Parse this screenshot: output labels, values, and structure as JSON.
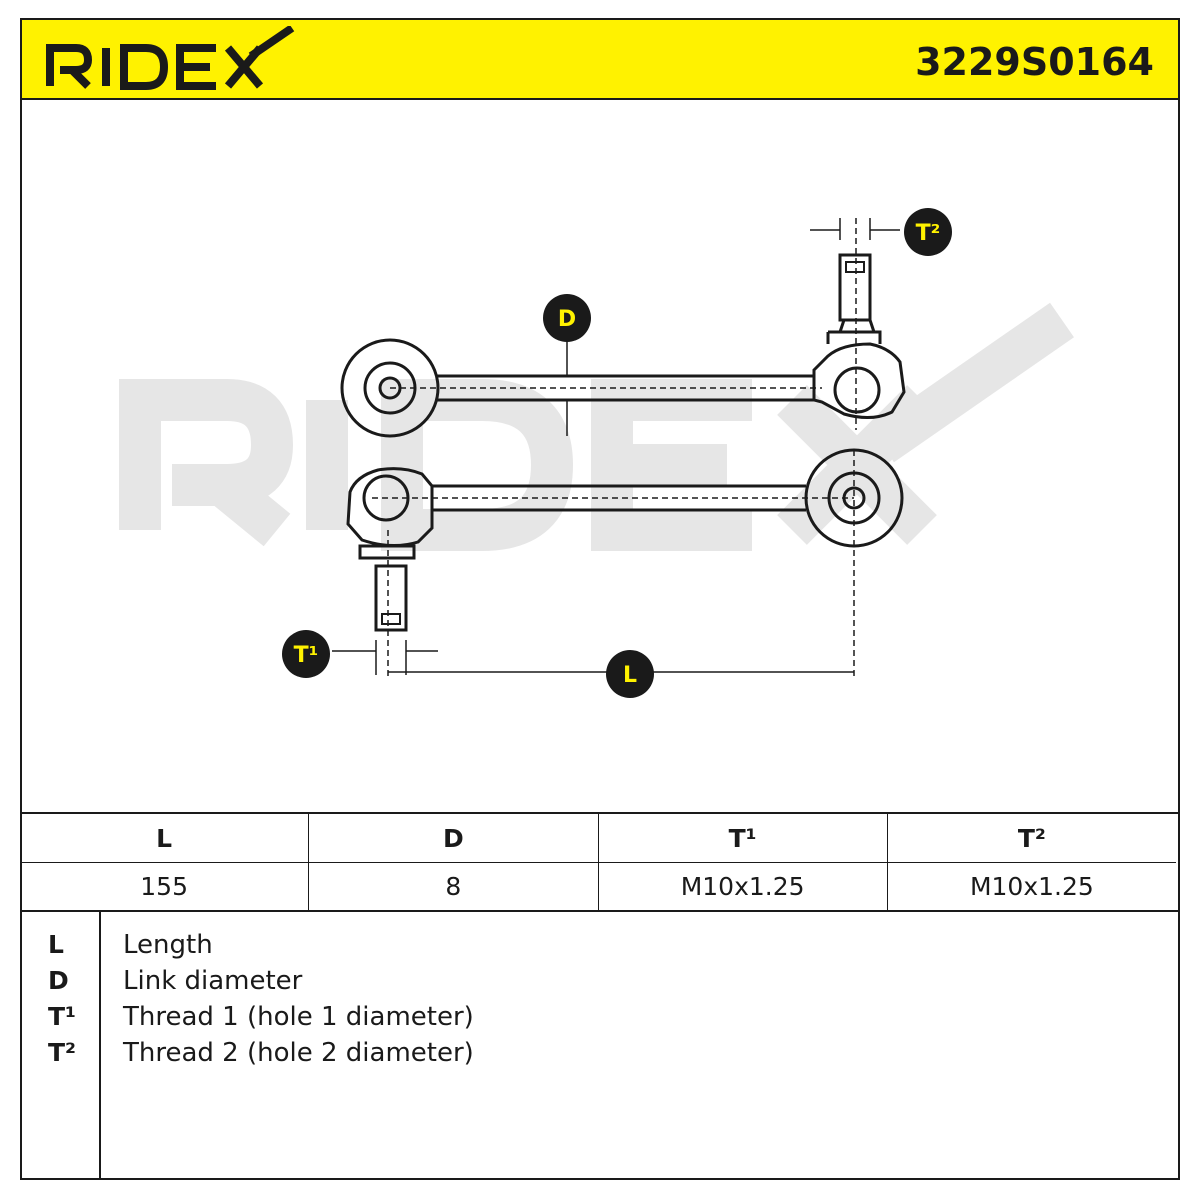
{
  "header": {
    "brand": "RIDEX",
    "part_number": "3229S0164",
    "brand_color": "#1a1a1a",
    "background_color": "#fff200"
  },
  "drawing": {
    "watermark": "RIDEX",
    "labels": {
      "D": "D",
      "L": "L",
      "T1": "T¹",
      "T2": "T²"
    }
  },
  "spec_table": {
    "headers": [
      "L",
      "D",
      "T¹",
      "T²"
    ],
    "values": [
      "155",
      "8",
      "M10x1.25",
      "M10x1.25"
    ]
  },
  "legend": [
    {
      "key": "L",
      "text": "Length"
    },
    {
      "key": "D",
      "text": "Link diameter"
    },
    {
      "key": "T¹",
      "text": "Thread 1 (hole 1 diameter)"
    },
    {
      "key": "T²",
      "text": "Thread 2 (hole 2 diameter)"
    }
  ]
}
